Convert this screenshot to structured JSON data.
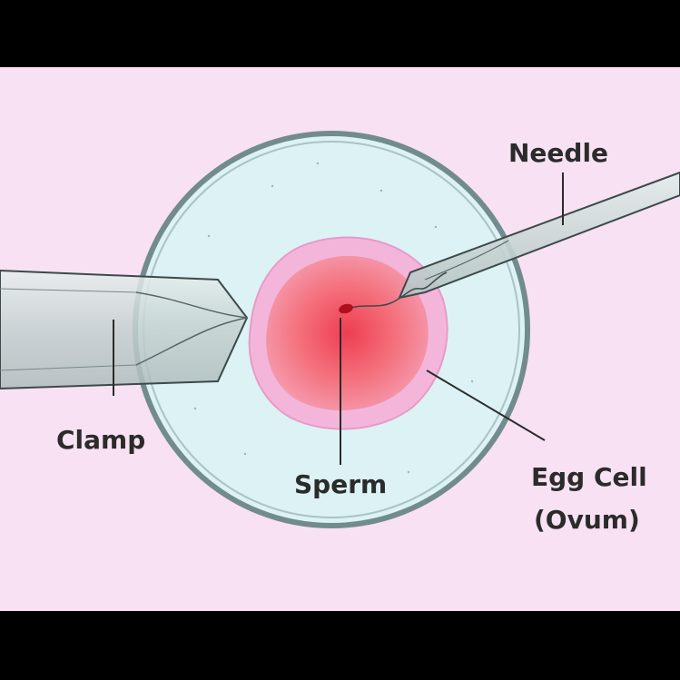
{
  "labels": {
    "needle": "Needle",
    "clamp": "Clamp",
    "sperm": "Sperm",
    "egg_line1": "Egg Cell",
    "egg_line2": "(Ovum)"
  },
  "colors": {
    "background": "#f7e1f3",
    "dish_fill": "#daf1f3",
    "dish_rim": "#6f8a8e",
    "egg_outer": "#f4b3d8",
    "egg_core": "#f25c6a",
    "sperm": "#b00f1c",
    "tool_fill": "#c9d6d6",
    "label_text": "#2b2b2b"
  }
}
